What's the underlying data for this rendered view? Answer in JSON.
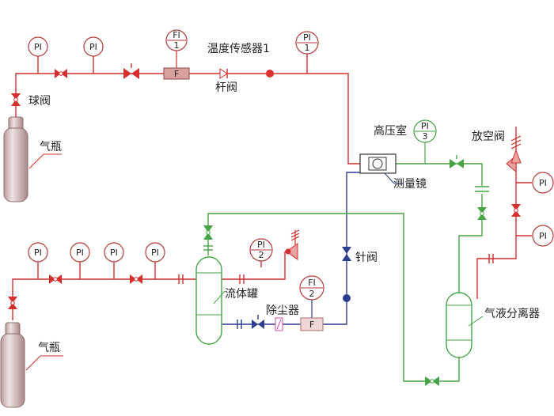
{
  "labels": {
    "ball_valve": "球阀",
    "cylinder_top": "气瓶",
    "cylinder_bottom": "气瓶",
    "temp_sensor": "温度传感器1",
    "rod_valve": "杆阀",
    "high_pressure_chamber": "高压室",
    "sight_glass": "测量镜",
    "vent_valve": "放空阀",
    "needle_valve": "针阀",
    "fluid_tank": "流体罐",
    "dust_remover": "除尘器",
    "gas_liquid_separator": "气液分离器"
  },
  "gauges": {
    "pi_top_1": {
      "tag": "PI",
      "num": ""
    },
    "pi_top_2": {
      "tag": "PI",
      "num": ""
    },
    "fi_1": {
      "tag": "FI",
      "num": "1"
    },
    "pi_1": {
      "tag": "PI",
      "num": "1"
    },
    "pi_3": {
      "tag": "PI",
      "num": "3"
    },
    "pi_right_1": {
      "tag": "PI",
      "num": ""
    },
    "pi_right_2": {
      "tag": "PI",
      "num": ""
    },
    "pi_bot_1": {
      "tag": "PI",
      "num": ""
    },
    "pi_bot_2": {
      "tag": "PI",
      "num": ""
    },
    "pi_bot_3": {
      "tag": "PI",
      "num": ""
    },
    "pi_bot_4": {
      "tag": "PI",
      "num": ""
    },
    "pi_2": {
      "tag": "PI",
      "num": "2"
    },
    "fi_2": {
      "tag": "FI",
      "num": "2"
    }
  },
  "meters": {
    "flowmeter_top": "F",
    "flowmeter_bottom": "F"
  },
  "colors": {
    "gas_line": "#d62d2d",
    "fluid_line": "#2c3e8f",
    "outlet_line": "#46a346",
    "cylinder": "#d9c3c3"
  }
}
